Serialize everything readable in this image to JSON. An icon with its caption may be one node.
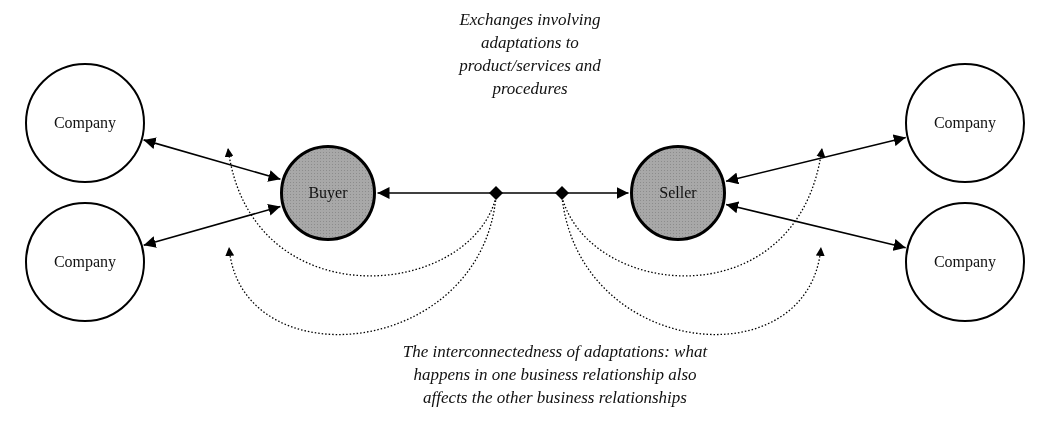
{
  "diagram": {
    "nodes": [
      {
        "text": [
          "Company"
        ]
      },
      {
        "text": [
          "Company"
        ]
      },
      {
        "text": [
          "Buyer"
        ]
      },
      {
        "text": [],
        "shape": "diamond"
      },
      {
        "text": [],
        "shape": "diamond"
      },
      {
        "text": [
          "Seller"
        ]
      },
      {
        "text": [
          "Company"
        ]
      },
      {
        "text": [
          "Company"
        ]
      }
    ],
    "edges": [
      {
        "from": 0,
        "to": 2,
        "arrow": "both"
      },
      {
        "from": 1,
        "to": 2,
        "arrow": "both"
      },
      {
        "from": 3,
        "to": 2,
        "arrow": "to"
      },
      {
        "from": 3,
        "to": 4,
        "arrow": "none"
      },
      {
        "from": 4,
        "to": 5,
        "arrow": "to"
      },
      {
        "from": 5,
        "to": 6,
        "arrow": "both"
      },
      {
        "from": 5,
        "to": 7,
        "arrow": "both"
      },
      {
        "from": 3,
        "to": null,
        "arrow": "to",
        "style": "dashed"
      },
      {
        "from": 3,
        "to": null,
        "arrow": "to",
        "style": "dashed"
      },
      {
        "from": 4,
        "to": null,
        "arrow": "to",
        "style": "dashed"
      },
      {
        "from": 4,
        "to": null,
        "arrow": "to",
        "style": "dashed"
      }
    ],
    "labels": [
      "Exchanges involving adaptations to product/services and procedures",
      "The interconnectedness of adaptations: what happens in one business relationship also affects the other business relationships"
    ]
  }
}
